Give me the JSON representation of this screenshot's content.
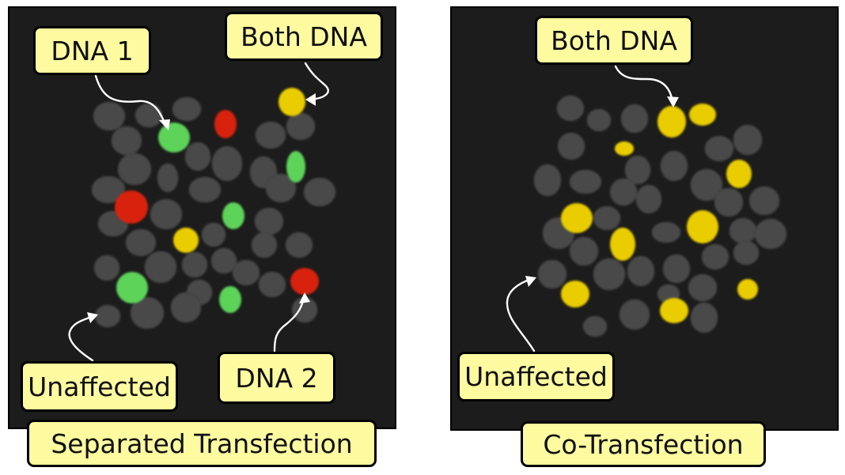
{
  "left_panel": {
    "caption": "Separated Transfection",
    "labels": {
      "dna1": "DNA 1",
      "both": "Both DNA",
      "unaffected": "Unaffected",
      "dna2": "DNA 2"
    }
  },
  "right_panel": {
    "caption": "Co-Transfection",
    "labels": {
      "both": "Both DNA",
      "unaffected": "Unaffected"
    }
  },
  "colors": {
    "background": "#1c1c1c",
    "unaffected_cell": "#4a4a4a",
    "dna1_cell": "#5dd35a",
    "dna2_cell": "#d8230f",
    "both_cell": "#eacd02",
    "label_fill": "#fdfaa0"
  }
}
